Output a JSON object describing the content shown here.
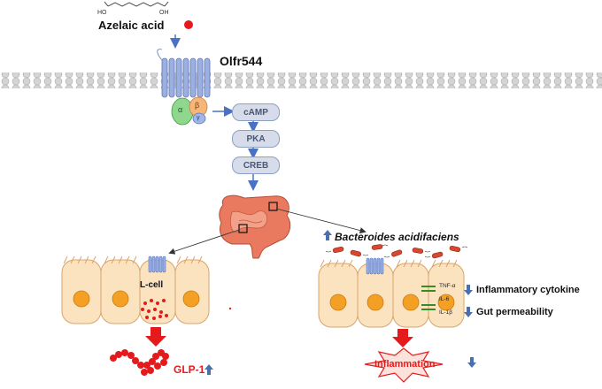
{
  "ligand": {
    "name": "Azelaic acid",
    "ho_left": "HO",
    "oh_right": "OH"
  },
  "receptor": {
    "name": "Olfr544"
  },
  "g_protein": {
    "alpha": "α",
    "beta": "β",
    "gamma": "γ"
  },
  "pathway": {
    "camp": "cAMP",
    "pka": "PKA",
    "creb": "CREB"
  },
  "left_panel": {
    "cell_label": "L-cell",
    "outcome": "GLP-1"
  },
  "right_panel": {
    "bacteria": "Bacteroides acidifaciens",
    "cytokines": [
      "TNF-α",
      "IL-6",
      "IL-1β"
    ],
    "effect_1": "Inflammatory cytokine",
    "effect_2": "Gut permeability",
    "outcome": "Inflammation"
  },
  "colors": {
    "membrane": "#c9c9c9",
    "receptor": "#8aa0d8",
    "cell_fill": "#fbe3c0",
    "nucleus": "#f3a024",
    "arrow_blue": "#4a72c4",
    "red": "#e41a1c",
    "up_arrow": "#4a6fb0"
  }
}
